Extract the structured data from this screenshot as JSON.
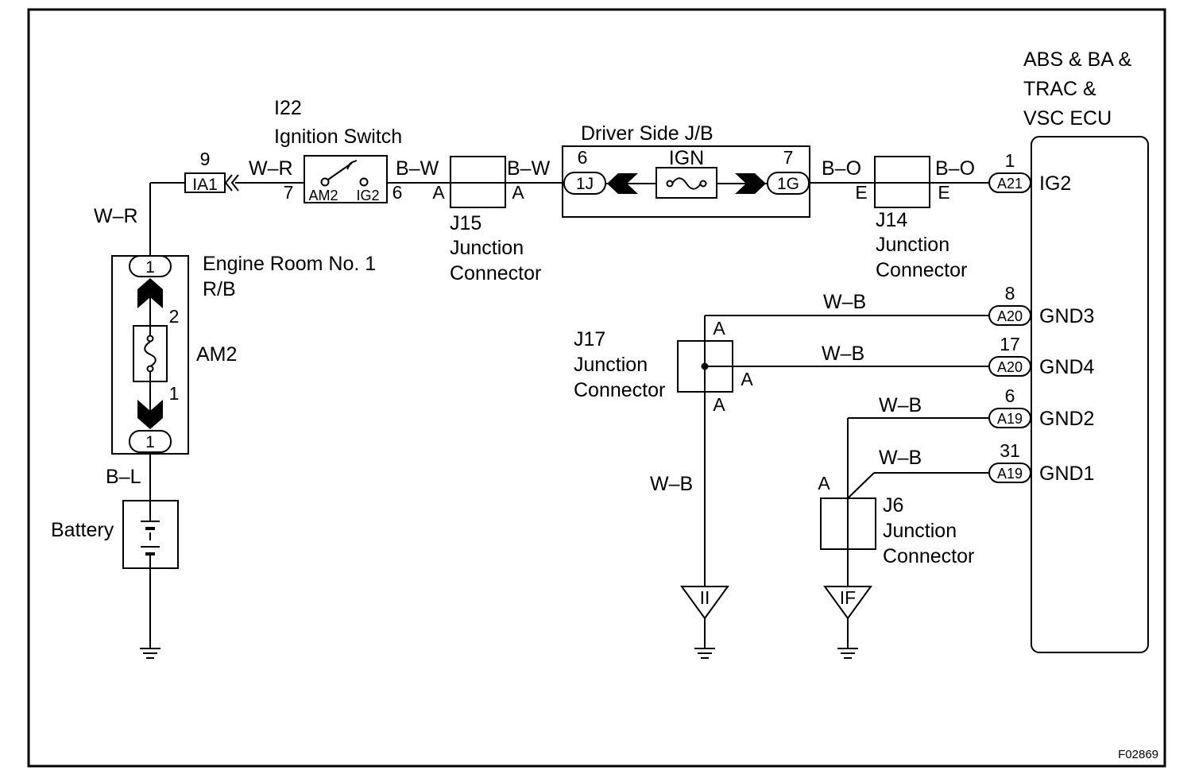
{
  "components": {
    "ignition_switch": {
      "code": "I22",
      "name": "Ignition Switch",
      "term_am2": "AM2",
      "term_ig2": "IG2",
      "pin_in": "7",
      "pin_out": "6"
    },
    "driver_jb": {
      "name": "Driver Side J/B",
      "fuse": "IGN",
      "conn_in": "1J",
      "conn_out": "1G",
      "pin_in": "6",
      "pin_out": "7"
    },
    "engine_rb": {
      "name_line1": "Engine Room No. 1",
      "name_line2": "R/B",
      "fuse": "AM2",
      "conn_top": "1",
      "conn_bottom": "1",
      "pin_top": "2",
      "pin_bottom": "1"
    },
    "battery": {
      "name": "Battery"
    },
    "ecu": {
      "line1": "ABS & BA &",
      "line2": "TRAC &",
      "line3": "VSC ECU"
    },
    "j15": {
      "code": "J15",
      "line1": "Junction",
      "line2": "Connector",
      "pin_left": "A",
      "pin_right": "A"
    },
    "j14": {
      "code": "J14",
      "line1": "Junction",
      "line2": "Connector",
      "pin_left": "E",
      "pin_right": "E"
    },
    "j17": {
      "code": "J17",
      "line1": "Junction",
      "line2": "Connector",
      "pin_top": "A",
      "pin_right": "A",
      "pin_bottom": "A"
    },
    "j6": {
      "code": "J6",
      "line1": "Junction",
      "line2": "Connector",
      "pin": "A"
    },
    "ia1": {
      "label": "IA1",
      "pin": "9"
    }
  },
  "ecu_pins": [
    {
      "pin": "1",
      "connector": "A21",
      "terminal": "IG2"
    },
    {
      "pin": "8",
      "connector": "A20",
      "terminal": "GND3"
    },
    {
      "pin": "17",
      "connector": "A20",
      "terminal": "GND4"
    },
    {
      "pin": "6",
      "connector": "A19",
      "terminal": "GND2"
    },
    {
      "pin": "31",
      "connector": "A19",
      "terminal": "GND1"
    }
  ],
  "wires": {
    "w_r_1": "W–R",
    "w_r_2": "W–R",
    "b_w_1": "B–W",
    "b_w_2": "B–W",
    "b_o_1": "B–O",
    "b_o_2": "B–O",
    "b_l": "B–L",
    "w_b_gnd3": "W–B",
    "w_b_gnd4": "W–B",
    "w_b_gnd2": "W–B",
    "w_b_gnd1": "W–B",
    "w_b_j17": "W–B"
  },
  "grounds": {
    "g_ii": "II",
    "g_if": "IF"
  },
  "figure_code": "F02869"
}
